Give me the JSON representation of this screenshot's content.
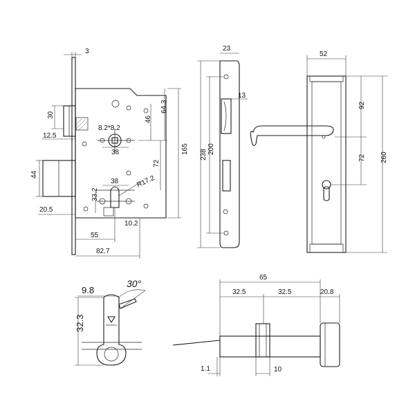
{
  "drawing": {
    "lock_body": {
      "faceplate_thickness": "3",
      "latch_height": "30",
      "latch_offset": "12.5",
      "bolt_height": "44",
      "bolt_offset": "20.5",
      "spindle_offset": "46",
      "spindle_top": "64.3",
      "spindle_square": "8.2*8.2",
      "cylinder_spacing_top": "38",
      "cylinder_spacing_bottom": "38",
      "centre_distance": "72",
      "cylinder_radius": "R17.2",
      "cylinder_height": "33.2",
      "cam_width": "10.2",
      "backset": "55",
      "case_depth": "82.7",
      "case_height": "165"
    },
    "faceplate": {
      "width": "23",
      "length": "238",
      "screw_distance": "200",
      "latch_width": "13"
    },
    "handle": {
      "width": "52",
      "upper_distance": "92",
      "lower_distance": "72",
      "total_height": "260"
    },
    "cylinder_side": {
      "cam_offset": "9.8",
      "cam_angle": "30°",
      "profile_height": "32.3"
    },
    "cylinder": {
      "total_length": "65",
      "left_half": "32.5",
      "right_half": "32.5",
      "knob_length": "20.8",
      "tail_offset": "1.1",
      "cam_width": "10"
    }
  }
}
